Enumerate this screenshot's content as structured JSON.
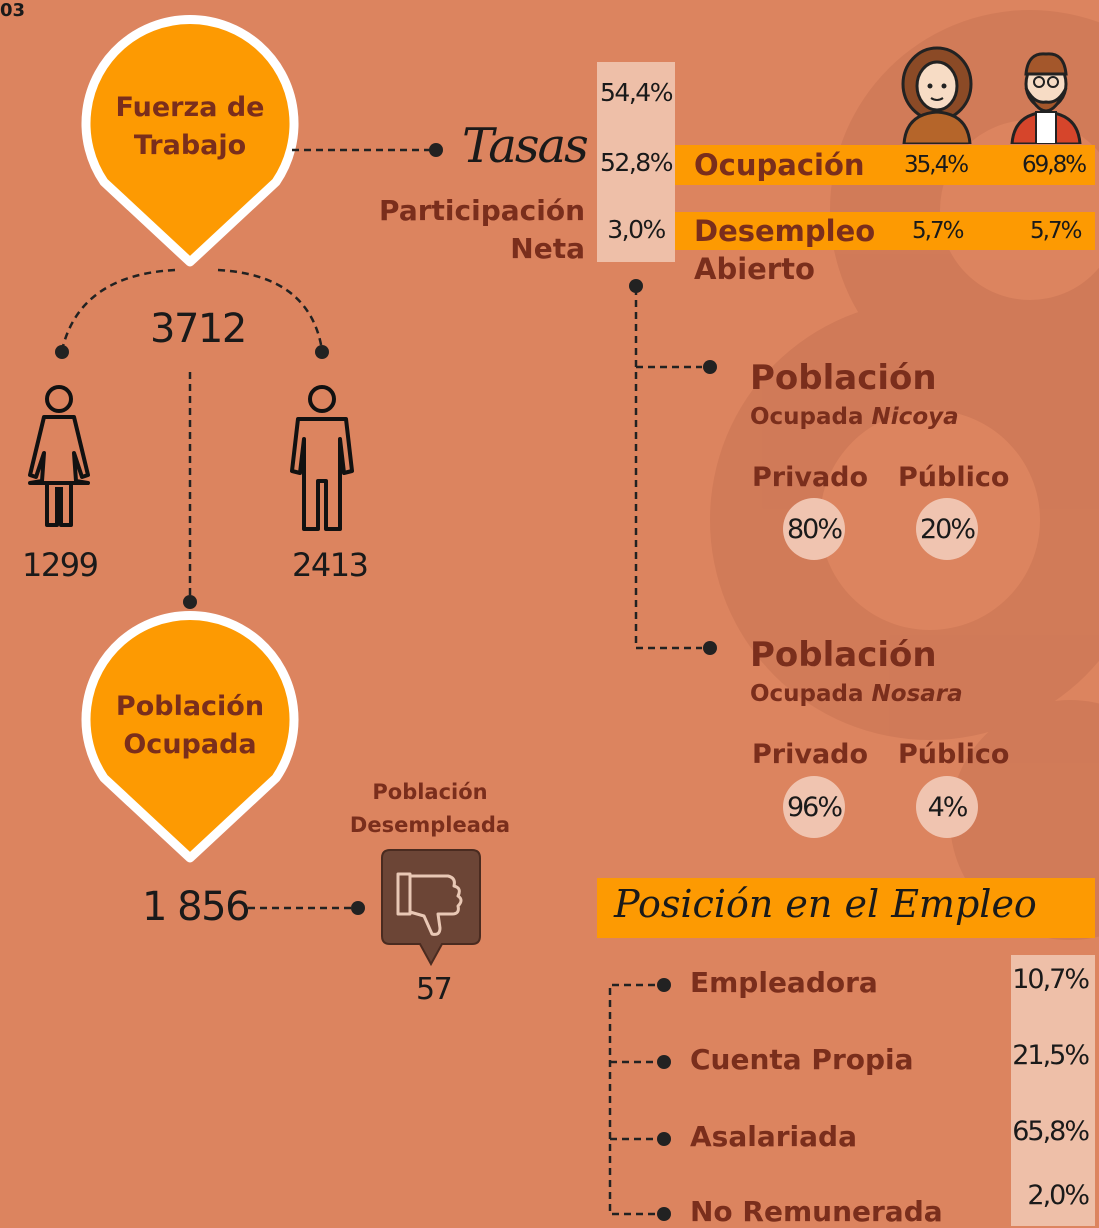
{
  "corner_label": "03",
  "fuerza": {
    "title_line1": "Fuerza de",
    "title_line2": "Trabajo",
    "total": "3712",
    "women": "1299",
    "men": "2413"
  },
  "ocupada": {
    "title_line1": "Población",
    "title_line2": "Ocupada",
    "value": "1 856"
  },
  "desempleada": {
    "title_line1": "Población",
    "title_line2": "Desempleada",
    "value": "57"
  },
  "tasas": {
    "title": "Tasas",
    "participacion_line1": "Participación",
    "participacion_line2": "Neta",
    "col_values": [
      "54,4%",
      "52,8%",
      "3,0%"
    ],
    "ocupacion_label": "Ocupación",
    "ocupacion_women": "35,4%",
    "ocupacion_men": "69,8%",
    "desempleo_label": "Desempleo",
    "desempleo_label2": "Abierto",
    "desempleo_women": "5,7%",
    "desempleo_men": "5,7%"
  },
  "nicoya": {
    "title": "Población",
    "sub": "Ocupada",
    "place": "Nicoya",
    "privado_label": "Privado",
    "publico_label": "Público",
    "privado": "80%",
    "publico": "20%"
  },
  "nosara": {
    "title": "Población",
    "sub": "Ocupada",
    "place": "Nosara",
    "privado_label": "Privado",
    "publico_label": "Público",
    "privado": "96%",
    "publico": "4%"
  },
  "posicion": {
    "title": "Posición en el Empleo",
    "items": [
      {
        "label": "Empleadora",
        "value": "10,7%"
      },
      {
        "label": "Cuenta Propia",
        "value": "21,5%"
      },
      {
        "label": "Asalariada",
        "value": "65,8%"
      },
      {
        "label": "No Remunerada",
        "value": "2,0%"
      }
    ]
  },
  "colors": {
    "background": "#dc845f",
    "accent": "#fd9a02",
    "pink": "#eebfa8",
    "text_dark": "#7a2e1c"
  }
}
